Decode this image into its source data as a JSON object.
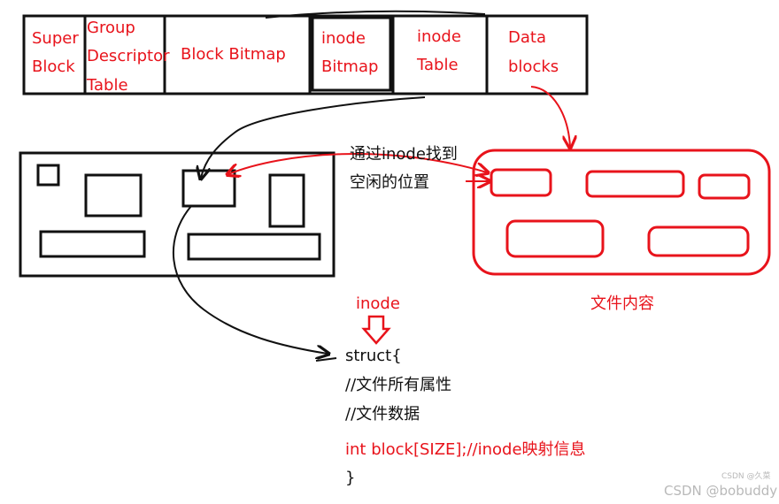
{
  "layout_bar": {
    "cells": [
      {
        "lines": [
          "Super",
          "Block"
        ]
      },
      {
        "lines": [
          "Group",
          "Descriptor",
          "Table"
        ]
      },
      {
        "lines": [
          "Block  Bitmap"
        ]
      },
      {
        "lines": [
          "inode",
          "Bitmap"
        ]
      },
      {
        "lines": [
          "inode",
          "Table"
        ]
      },
      {
        "lines": [
          "Data",
          "blocks"
        ]
      }
    ]
  },
  "annotation": {
    "line1": "通过inode找到",
    "line2": "空闲的位置"
  },
  "labels": {
    "inode": "inode",
    "file_content": "文件内容"
  },
  "code": {
    "line1": "struct{",
    "line2": "//文件所有属性",
    "line3": "//文件数据",
    "line4": "int block[SIZE];//inode映射信息",
    "line5": "}"
  },
  "watermark": {
    "main": "CSDN @bobuddy",
    "small": "CSDN @久菜"
  },
  "colors": {
    "accent": "#e8131b",
    "ink": "#111111"
  }
}
